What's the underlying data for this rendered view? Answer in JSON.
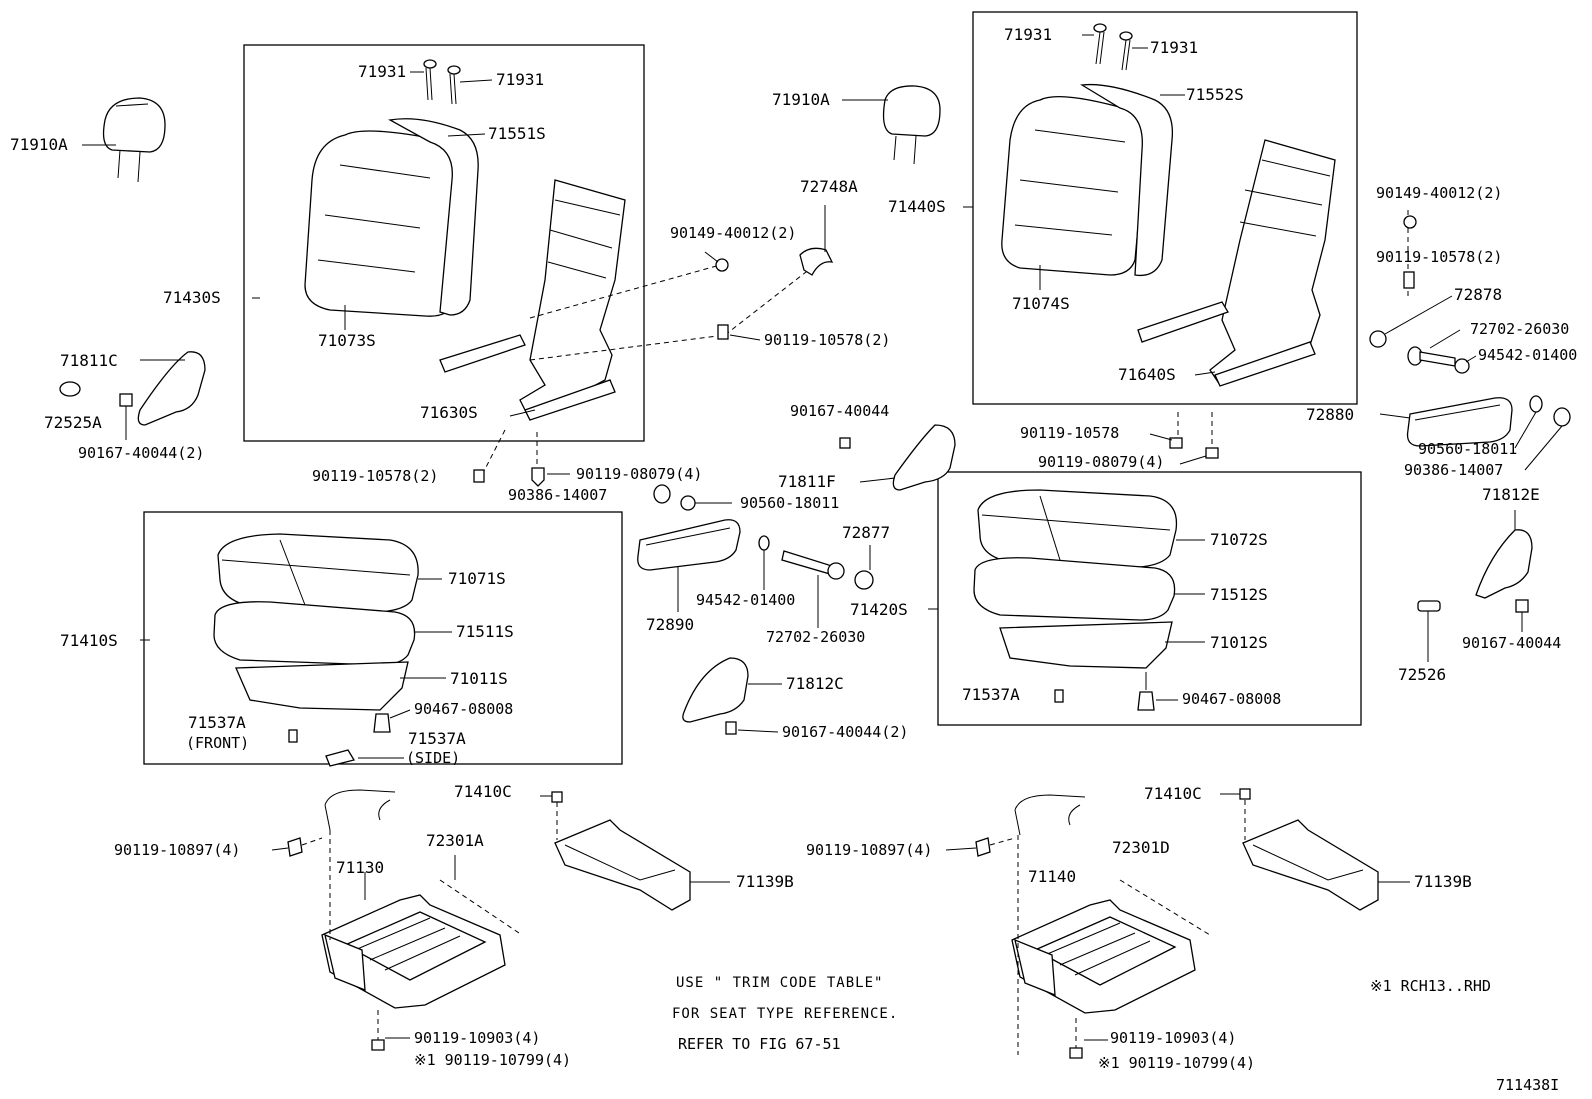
{
  "diagram_code": "711438I",
  "note": {
    "line1": "USE \" TRIM CODE TABLE\"",
    "line2": "FOR SEAT TYPE REFERENCE.",
    "line3": "REFER TO FIG 67-51"
  },
  "footnote": "※1 RCH13..RHD",
  "labels": {
    "l71931_a": "71931",
    "l71931_b": "71931",
    "l71931_c": "71931",
    "l71931_d": "71931",
    "l71910A_left": "71910A",
    "l71910A_mid": "71910A",
    "l71551S": "71551S",
    "l71552S": "71552S",
    "l71430S": "71430S",
    "l71440S": "71440S",
    "l71073S": "71073S",
    "l71074S": "71074S",
    "l71630S": "71630S",
    "l71640S": "71640S",
    "l72748A": "72748A",
    "l90149_left": "90149-40012(2)",
    "l90149_right": "90149-40012(2)",
    "l90119_10578_mid": "90119-10578(2)",
    "l90119_10578_right": "90119-10578(2)",
    "l90119_10578_bl": "90119-10578(2)",
    "l90119_10578_single": "90119-10578",
    "l71811C": "71811C",
    "l72525A": "72525A",
    "l90167_40044_2_left": "90167-40044(2)",
    "l90119_08079_left": "90119-08079(4)",
    "l90119_08079_right": "90119-08079(4)",
    "l90386_mid": "90386-14007",
    "l90386_right": "90386-14007",
    "l90560_mid": "90560-18011",
    "l90560_right": "90560-18011",
    "l90167_40044_mid": "90167-40044",
    "l71811F": "71811F",
    "l72877": "72877",
    "l72878": "72878",
    "l72702_right": "72702-26030",
    "l72702_mid": "72702-26030",
    "l94542_right": "94542-01400",
    "l94542_mid": "94542-01400",
    "l72880": "72880",
    "l72890": "72890",
    "l71812E": "71812E",
    "l72526": "72526",
    "l90167_40044_right": "90167-40044",
    "l71812C": "71812C",
    "l90167_40044_2_mid": "90167-40044(2)",
    "l71071S": "71071S",
    "l71511S": "71511S",
    "l71011S": "71011S",
    "l71410S": "71410S",
    "l71537A_front": "71537A",
    "l_front": "(FRONT)",
    "l71537A_side": "71537A",
    "l_side": "(SIDE)",
    "l90467_left": "90467-08008",
    "l71072S": "71072S",
    "l71512S": "71512S",
    "l71012S": "71012S",
    "l71420S": "71420S",
    "l71537A_right": "71537A",
    "l90467_right": "90467-08008",
    "l71410C_left": "71410C",
    "l71410C_right": "71410C",
    "l90119_10897_left": "90119-10897(4)",
    "l90119_10897_right": "90119-10897(4)",
    "l72301A": "72301A",
    "l72301D": "72301D",
    "l71130": "71130",
    "l71140": "71140",
    "l71139B_left": "71139B",
    "l71139B_right": "71139B",
    "l90119_10903_left": "90119-10903(4)",
    "l90119_10903_right": "90119-10903(4)",
    "l90119_10799_left": "※1 90119-10799(4)",
    "l90119_10799_right": "※1 90119-10799(4)"
  }
}
